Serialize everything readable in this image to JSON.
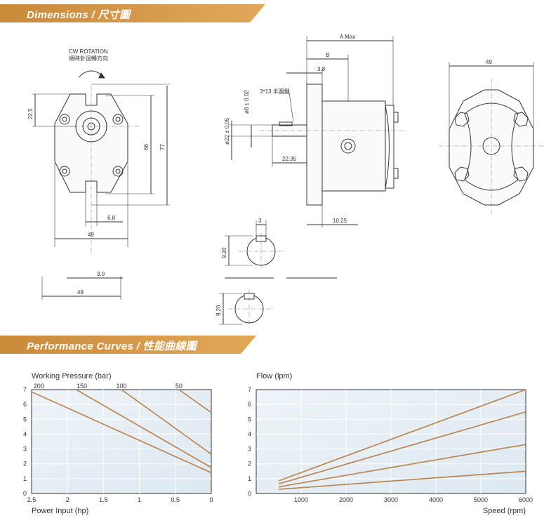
{
  "sections": {
    "dimensions": "Dimensions / 尺寸圖",
    "performance": "Performance Curves / 性能曲線圖"
  },
  "drawing": {
    "rotation_en": "CW ROTATION",
    "rotation_zh": "順時針迴轉方向",
    "d_22_5": "22.5",
    "d_66": "66",
    "d_77": "77",
    "d_6_8": "6.8",
    "d_49": "49",
    "d_49_b": "49",
    "d_49_c": "49",
    "a_max": "A Max",
    "b": "B",
    "d_3_8": "3.8",
    "key": "3*13 半圓鍵",
    "shaft8": "ø8 ± 0.02",
    "shaft22": "ø22 ± 0.05",
    "d_22_35": "22.35",
    "d_10_25": "10.25",
    "d_3": "3",
    "d_9_20a": "9.20",
    "d_9_20b": "9.20",
    "cut_a": "3.0"
  },
  "chart_data": [
    {
      "type": "line",
      "title": "Working Pressure (bar)",
      "xlabel": "Power Input (hp)",
      "ylabel": "",
      "x_ticks": [
        2.5,
        2,
        1.5,
        1,
        0.5,
        0
      ],
      "x_reversed": true,
      "top_ticks": [
        200,
        150,
        100,
        50
      ],
      "xlim": [
        2.5,
        0
      ],
      "ylim": [
        0,
        7
      ],
      "y_ticks": [
        0,
        1,
        2,
        3,
        4,
        5,
        6,
        7
      ],
      "series": [
        {
          "x": [
            2.5,
            0
          ],
          "y": [
            6.85,
            1.4
          ]
        },
        {
          "x": [
            1.88,
            0
          ],
          "y": [
            7,
            1.75
          ]
        },
        {
          "x": [
            1.25,
            0
          ],
          "y": [
            7,
            2.65
          ]
        },
        {
          "x": [
            0.45,
            0
          ],
          "y": [
            7,
            5.45
          ]
        }
      ],
      "grid": true,
      "line_color": "#b8804a",
      "bg_color": "#dde8f0"
    },
    {
      "type": "line",
      "title": "Flow (lpm)",
      "xlabel": "Speed (rpm)",
      "ylabel": "",
      "x_ticks": [
        1000,
        2000,
        3000,
        4000,
        5000,
        6000
      ],
      "xlim": [
        0,
        6000
      ],
      "ylim": [
        0,
        7
      ],
      "y_ticks": [
        0,
        1,
        2,
        3,
        4,
        5,
        6,
        7
      ],
      "series": [
        {
          "x": [
            500,
            6000
          ],
          "y": [
            0.85,
            7.0
          ]
        },
        {
          "x": [
            500,
            6000
          ],
          "y": [
            0.65,
            5.5
          ]
        },
        {
          "x": [
            500,
            6000
          ],
          "y": [
            0.45,
            3.3
          ]
        },
        {
          "x": [
            500,
            6000
          ],
          "y": [
            0.28,
            1.5
          ]
        }
      ],
      "grid": true,
      "line_color": "#b8804a",
      "bg_color": "#dde8f0"
    }
  ]
}
